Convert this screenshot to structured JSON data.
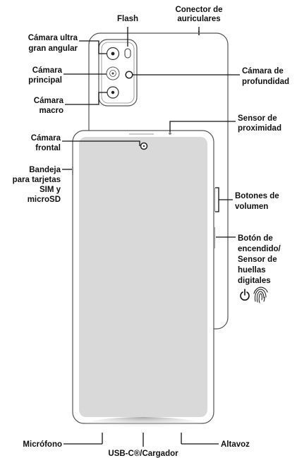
{
  "labels": {
    "flash": "Flash",
    "conector_1": "Conector de",
    "conector_2": "auriculares",
    "ultra_1": "Cámara ultra",
    "ultra_2": "gran angular",
    "principal_1": "Cámara",
    "principal_2": "principal",
    "macro_1": "Cámara",
    "macro_2": "macro",
    "profundidad_1": "Cámara de",
    "profundidad_2": "profundidad",
    "proximidad_1": "Sensor de",
    "proximidad_2": "proximidad",
    "frontal_1": "Cámara",
    "frontal_2": "frontal",
    "bandeja_1": "Bandeja",
    "bandeja_2": "para tarjetas",
    "bandeja_3": "SIM y",
    "bandeja_4": "microSD",
    "volumen_1": "Botones de",
    "volumen_2": "volumen",
    "encendido_1": "Botón de",
    "encendido_2": "encendido/",
    "encendido_3": "Sensor de",
    "encendido_4": "huellas",
    "encendido_5": "digitales",
    "microfono": "Micrófono",
    "usbc": "USB-C®/Cargador",
    "altavoz": "Altavoz"
  },
  "icons": [
    "power-icon",
    "fingerprint-icon"
  ],
  "colors": {
    "outline": "#555555",
    "screen": "#d9d9d9",
    "text": "#111111",
    "line": "#111111"
  }
}
